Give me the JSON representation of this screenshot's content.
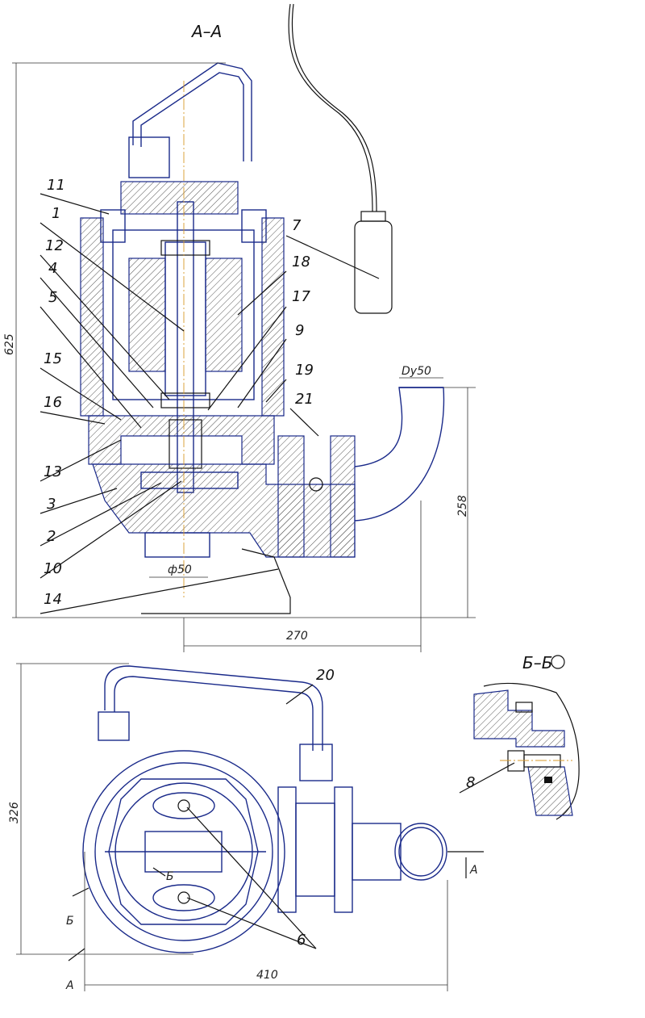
{
  "views": {
    "section": {
      "title": "А–А"
    },
    "detail": {
      "title": "Б–Б"
    }
  },
  "dimensions": {
    "height": "625",
    "outlet_height": "258",
    "outlet_offset": "270",
    "inlet_diameter": "ф50",
    "outlet_nominal": "Dy50",
    "plan_width": "326",
    "plan_length": "410"
  },
  "section_marks": {
    "a1": "А",
    "a2": "А",
    "b1": "Б",
    "b2": "Б"
  },
  "part_labels": {
    "p11": "11",
    "p1": "1",
    "p12": "12",
    "p4": "4",
    "p5": "5",
    "p15": "15",
    "p16": "16",
    "p13": "13",
    "p3": "3",
    "p2": "2",
    "p10": "10",
    "p14": "14",
    "p7": "7",
    "p18": "18",
    "p17": "17",
    "p9": "9",
    "p19": "19",
    "p21": "21",
    "p20": "20",
    "p8": "8",
    "p6": "6"
  },
  "colors": {
    "outline": "#1a2a8a",
    "axis": "#d89a2a",
    "leader": "#111111"
  }
}
